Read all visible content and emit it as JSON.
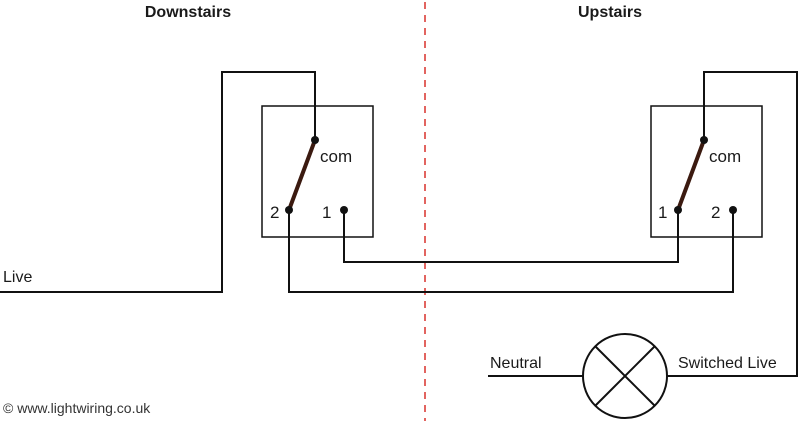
{
  "sections": {
    "left_title": "Downstairs",
    "right_title": "Upstairs"
  },
  "switch_downstairs": {
    "common": "com",
    "terminal_left": "2",
    "terminal_right": "1"
  },
  "switch_upstairs": {
    "common": "com",
    "terminal_left": "1",
    "terminal_right": "2"
  },
  "wires": {
    "live": "Live",
    "neutral": "Neutral",
    "switched_live": "Switched Live"
  },
  "credit": "© www.lightwiring.co.uk",
  "colors": {
    "wire": "#111111",
    "divider": "#d9302c",
    "lever": "#3b1a10"
  }
}
